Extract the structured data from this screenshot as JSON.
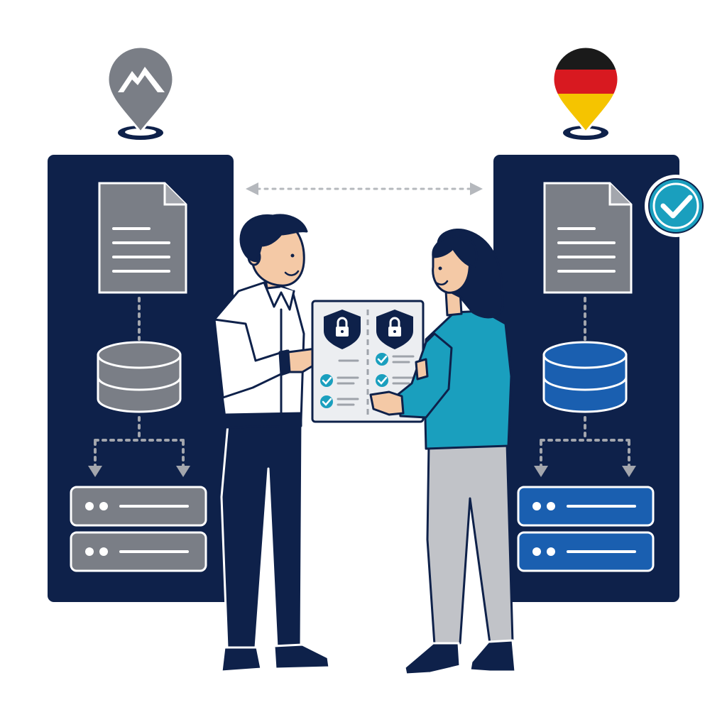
{
  "colors": {
    "panel": "#0e214a",
    "panel_outline": "#ffffff",
    "gray": "#7a7e86",
    "gray_light": "#a3a6ad",
    "blue": "#1a5fb0",
    "teal": "#1a9fbe",
    "flag_black": "#1a1a1a",
    "flag_red": "#d81920",
    "flag_gold": "#f5c400",
    "white": "#ffffff"
  },
  "icons": {
    "left_pin": "mountain-location-pin-icon",
    "right_pin": "germany-flag-location-pin-icon",
    "transfer": "bidirectional-dashed-arrow-icon",
    "verified": "checkmark-circle-icon",
    "document": "document-icon",
    "database": "database-icon",
    "server": "server-rack-icon",
    "shield": "shield-lock-icon",
    "check": "check-icon"
  },
  "scene": {
    "people": [
      "man-presenting",
      "woman-reviewing"
    ],
    "checklist_columns": 2
  }
}
